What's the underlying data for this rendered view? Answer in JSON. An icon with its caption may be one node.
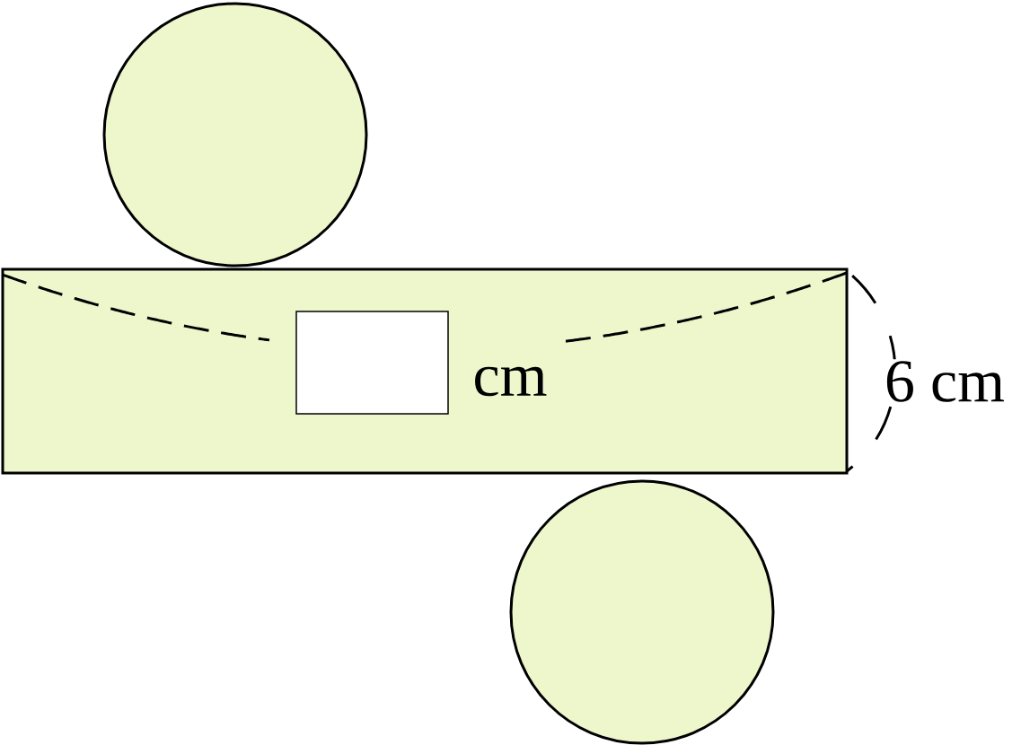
{
  "diagram": {
    "nodes": [
      {
        "text": [],
        "shape": "circle"
      },
      {
        "text": [],
        "shape": "box"
      },
      {
        "text": [],
        "shape": "box",
        "in": 1,
        "beside": [
          "cm"
        ]
      },
      {
        "text": [],
        "shape": "circle"
      }
    ],
    "labels": [
      "6 cm"
    ]
  }
}
